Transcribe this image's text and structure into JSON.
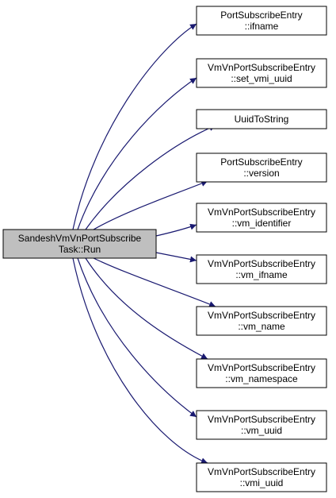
{
  "source": {
    "lines": [
      "SandeshVmVnPortSubscribe",
      "Task::Run"
    ],
    "fill": "#bfbfbf"
  },
  "targets": [
    {
      "lines": [
        "PortSubscribeEntry",
        "::ifname"
      ]
    },
    {
      "lines": [
        "VmVnPortSubscribeEntry",
        "::set_vmi_uuid"
      ]
    },
    {
      "lines": [
        "UuidToString"
      ]
    },
    {
      "lines": [
        "PortSubscribeEntry",
        "::version"
      ]
    },
    {
      "lines": [
        "VmVnPortSubscribeEntry",
        "::vm_identifier"
      ]
    },
    {
      "lines": [
        "VmVnPortSubscribeEntry",
        "::vm_ifname"
      ]
    },
    {
      "lines": [
        "VmVnPortSubscribeEntry",
        "::vm_name"
      ]
    },
    {
      "lines": [
        "VmVnPortSubscribeEntry",
        "::vm_namespace"
      ]
    },
    {
      "lines": [
        "VmVnPortSubscribeEntry",
        "::vm_uuid"
      ]
    },
    {
      "lines": [
        "VmVnPortSubscribeEntry",
        "::vmi_uuid"
      ]
    }
  ],
  "colors": {
    "edge": "#191970",
    "box_border": "#000000",
    "target_fill": "#ffffff"
  }
}
